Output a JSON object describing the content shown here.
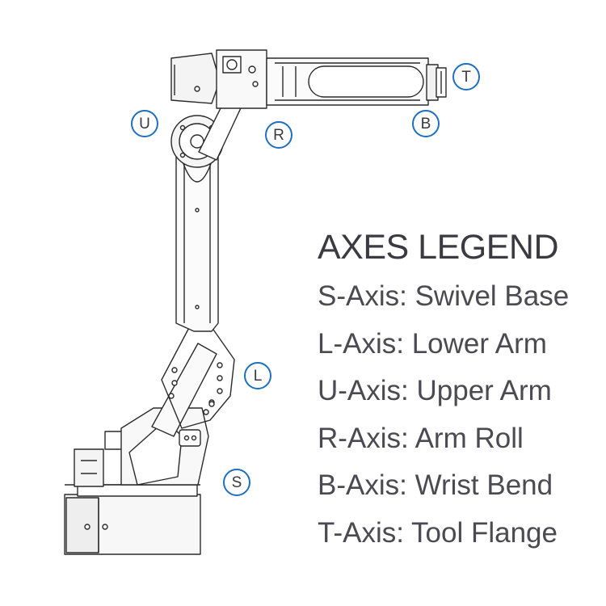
{
  "diagram": {
    "illustration": "industrial six-axis robot arm line drawing",
    "accent_color": "#1f6fbf",
    "axis_markers": [
      {
        "letter": "T"
      },
      {
        "letter": "B"
      },
      {
        "letter": "U"
      },
      {
        "letter": "R"
      },
      {
        "letter": "L"
      },
      {
        "letter": "S"
      }
    ]
  },
  "legend": {
    "title": "AXES LEGEND",
    "items": [
      "S-Axis: Swivel Base",
      "L-Axis: Lower Arm",
      "U-Axis: Upper Arm",
      "R-Axis: Arm Roll",
      "B-Axis: Wrist Bend",
      "T-Axis: Tool Flange"
    ]
  }
}
